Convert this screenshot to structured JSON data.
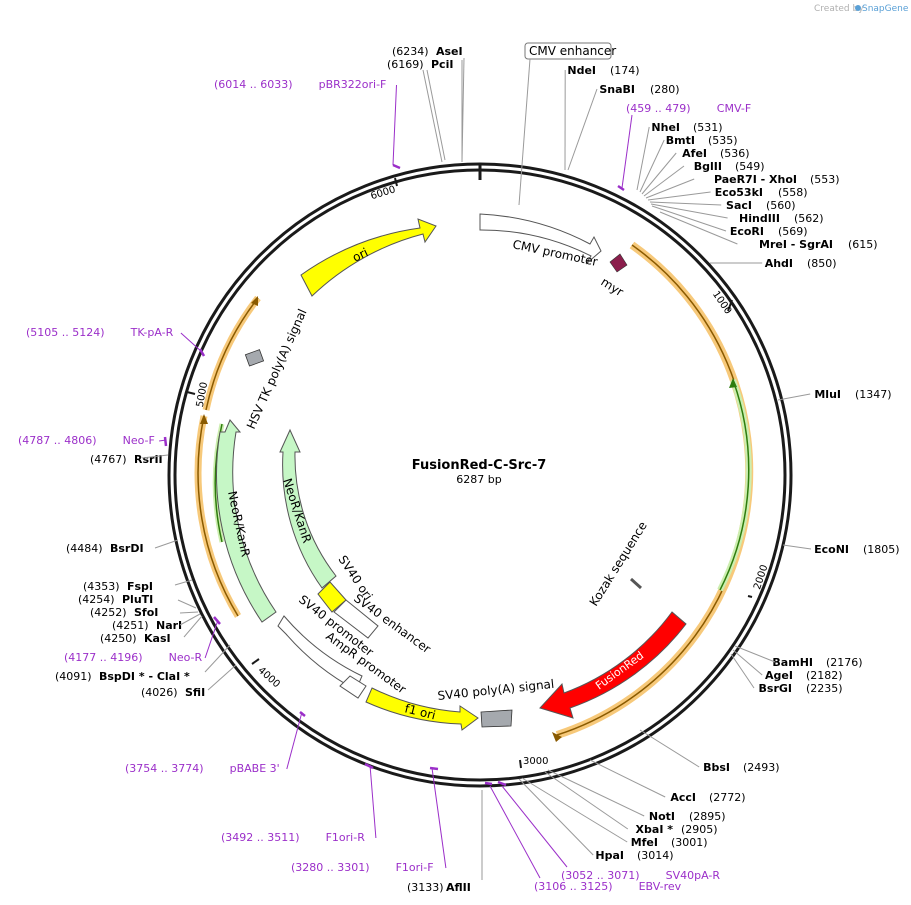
{
  "credit": {
    "prefix": "Created by",
    "brand": "SnapGene"
  },
  "plasmid": {
    "name": "FusionRed-C-Src-7",
    "length_label": "6287 bp"
  },
  "ticks": [
    "1000",
    "2000",
    "3000",
    "4000",
    "5000",
    "6000"
  ],
  "boxed_feature": "CMV enhancer",
  "features": {
    "cmv_promoter": "CMV promoter",
    "myr": "myr",
    "ori": "ori",
    "hsv_tk": "HSV TK poly(A) signal",
    "neo_outer": "NeoR/KanR",
    "neo_inner": "NeoR/KanR",
    "kozak": "Kozak sequence",
    "fusionred": "FusionRed",
    "sv40_polya": "SV40 poly(A) signal",
    "f1_ori": "f1 ori",
    "ampr_promoter": "AmpR promoter",
    "sv40_promoter": "SV40 promoter",
    "sv40_ori": "SV40 ori",
    "sv40_enhancer": "SV40 enhancer"
  },
  "sites_right": [
    {
      "name": "NdeI",
      "pos": "(174)"
    },
    {
      "name": "SnaBI",
      "pos": "(280)"
    },
    {
      "name": "NheI",
      "pos": "(531)"
    },
    {
      "name": "BmtI",
      "pos": "(535)"
    },
    {
      "name": "AfeI",
      "pos": "(536)"
    },
    {
      "name": "BglII",
      "pos": "(549)"
    },
    {
      "name": "PaeR7I  - XhoI",
      "pos": "(553)"
    },
    {
      "name": "Eco53kI",
      "pos": "(558)"
    },
    {
      "name": "SacI",
      "pos": "(560)"
    },
    {
      "name": "HindIII",
      "pos": "(562)"
    },
    {
      "name": "EcoRI",
      "pos": "(569)"
    },
    {
      "name": "MreI  - SgrAI",
      "pos": "(615)"
    },
    {
      "name": "AhdI",
      "pos": "(850)"
    },
    {
      "name": "MluI",
      "pos": "(1347)"
    },
    {
      "name": "EcoNI",
      "pos": "(1805)"
    },
    {
      "name": "BamHI",
      "pos": "(2176)"
    },
    {
      "name": "AgeI",
      "pos": "(2182)"
    },
    {
      "name": "BsrGI",
      "pos": "(2235)"
    },
    {
      "name": "BbsI",
      "pos": "(2493)"
    },
    {
      "name": "AccI",
      "pos": "(2772)"
    },
    {
      "name": "NotI",
      "pos": "(2895)"
    },
    {
      "name": "XbaI *",
      "pos": "(2905)"
    },
    {
      "name": "MfeI",
      "pos": "(3001)"
    },
    {
      "name": "HpaI",
      "pos": "(3014)"
    }
  ],
  "sites_left": [
    {
      "name": "AseI",
      "pos": "(6234)"
    },
    {
      "name": "PciI",
      "pos": "(6169)"
    },
    {
      "name": "RsrII",
      "pos": "(4767)"
    },
    {
      "name": "BsrDI",
      "pos": "(4484)"
    },
    {
      "name": "FspI",
      "pos": "(4353)"
    },
    {
      "name": "PluTI",
      "pos": "(4254)"
    },
    {
      "name": "SfoI",
      "pos": "(4252)"
    },
    {
      "name": "NarI",
      "pos": "(4251)"
    },
    {
      "name": "KasI",
      "pos": "(4250)"
    },
    {
      "name": "BspDI *  - ClaI *",
      "pos": "(4091)"
    },
    {
      "name": "SfiI",
      "pos": "(4026)"
    },
    {
      "name": "AflII",
      "pos": "(3133)"
    }
  ],
  "primers": [
    {
      "range": "(6014 .. 6033)",
      "name": "pBR322ori-F"
    },
    {
      "range": "(459 .. 479)",
      "name": "CMV-F"
    },
    {
      "range": "(5105 .. 5124)",
      "name": "TK-pA-R"
    },
    {
      "range": "(4787 .. 4806)",
      "name": "Neo-F"
    },
    {
      "range": "(4177 .. 4196)",
      "name": "Neo-R"
    },
    {
      "range": "(3754 .. 3774)",
      "name": "pBABE 3'"
    },
    {
      "range": "(3492 .. 3511)",
      "name": "F1ori-R"
    },
    {
      "range": "(3280 .. 3301)",
      "name": "F1ori-F"
    },
    {
      "range": "(3052 .. 3071)",
      "name": "SV40pA-R"
    },
    {
      "range": "(3106 .. 3125)",
      "name": "EBV-rev"
    }
  ],
  "colors": {
    "backbone": "#1a1a1a",
    "primer": "#9b2fc9",
    "ori": "#ffff00",
    "neo": "#c6f7c6",
    "fusionred": "#ff0000",
    "myr": "#8b1e4c",
    "polya": "#a5a9ae",
    "orf_outer": "#f7c97a",
    "orf_inner": "#8a5a00",
    "green_orf": "#cdeeb0",
    "green_orf_inner": "#2e7d0e",
    "leader": "#9a9a9a"
  }
}
